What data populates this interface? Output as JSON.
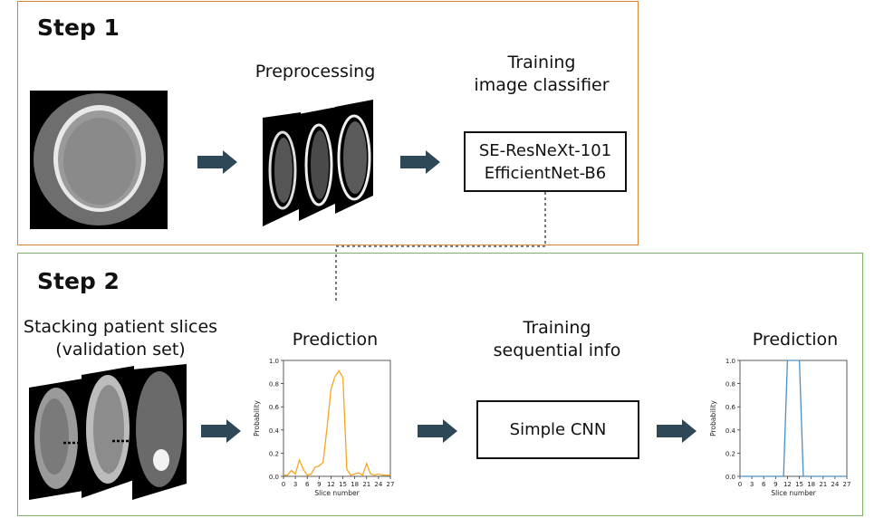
{
  "step1": {
    "title": "Step 1",
    "preprocessing_label": "Preprocessing",
    "training_label": [
      "Training",
      "image  classifier"
    ],
    "models": [
      "SE-ResNeXt-101",
      "EfficientNet-B6"
    ]
  },
  "step2": {
    "title": "Step 2",
    "stacking_label": [
      "Stacking  patient  slices",
      "(validation  set)"
    ],
    "prediction_label_1": "Prediction",
    "training_label": [
      "Training",
      "sequential  info"
    ],
    "model": "Simple CNN",
    "prediction_label_2": "Prediction"
  },
  "colors": {
    "step1_border": "#d9862f",
    "step2_border": "#7fb069",
    "arrow": "#2f4858",
    "series_raw": "#f5a623",
    "series_smoothed": "#4a90c8"
  },
  "chart_data": [
    {
      "type": "line",
      "xlabel": "Slice number",
      "ylabel": "Probability",
      "xlim": [
        0,
        27
      ],
      "ylim": [
        0,
        1.0
      ],
      "xticks": [
        0,
        3,
        6,
        9,
        12,
        15,
        18,
        21,
        24,
        27
      ],
      "yticks": [
        "0.0",
        "0.2",
        "0.4",
        "0.6",
        "0.8",
        "1.0"
      ],
      "grid": false,
      "series": [
        {
          "color": "#f5a623",
          "x": [
            0,
            1,
            2,
            3,
            4,
            5,
            6,
            7,
            8,
            9,
            10,
            11,
            12,
            13,
            14,
            15,
            16,
            17,
            18,
            19,
            20,
            21,
            22,
            23,
            24,
            25,
            26,
            27
          ],
          "values": [
            0.01,
            0.01,
            0.05,
            0.02,
            0.14,
            0.06,
            0.01,
            0.02,
            0.08,
            0.09,
            0.12,
            0.42,
            0.75,
            0.86,
            0.91,
            0.85,
            0.06,
            0.01,
            0.02,
            0.03,
            0.01,
            0.11,
            0.02,
            0.01,
            0.02,
            0.01,
            0.01,
            0.01
          ]
        }
      ]
    },
    {
      "type": "line",
      "xlabel": "Slice number",
      "ylabel": "Probability",
      "xlim": [
        0,
        27
      ],
      "ylim": [
        0,
        1.0
      ],
      "xticks": [
        0,
        3,
        6,
        9,
        12,
        15,
        18,
        21,
        24,
        27
      ],
      "yticks": [
        "0.0",
        "0.2",
        "0.4",
        "0.6",
        "0.8",
        "1.0"
      ],
      "grid": false,
      "series": [
        {
          "color": "#4a90c8",
          "x": [
            0,
            1,
            2,
            3,
            4,
            5,
            6,
            7,
            8,
            9,
            10,
            11,
            12,
            13,
            14,
            15,
            16,
            17,
            18,
            19,
            20,
            21,
            22,
            23,
            24,
            25,
            26,
            27
          ],
          "values": [
            0,
            0,
            0,
            0,
            0,
            0,
            0,
            0,
            0,
            0,
            0,
            0,
            1,
            1,
            1,
            1,
            0,
            0,
            0,
            0,
            0,
            0,
            0,
            0,
            0,
            0,
            0,
            0
          ]
        }
      ]
    }
  ]
}
